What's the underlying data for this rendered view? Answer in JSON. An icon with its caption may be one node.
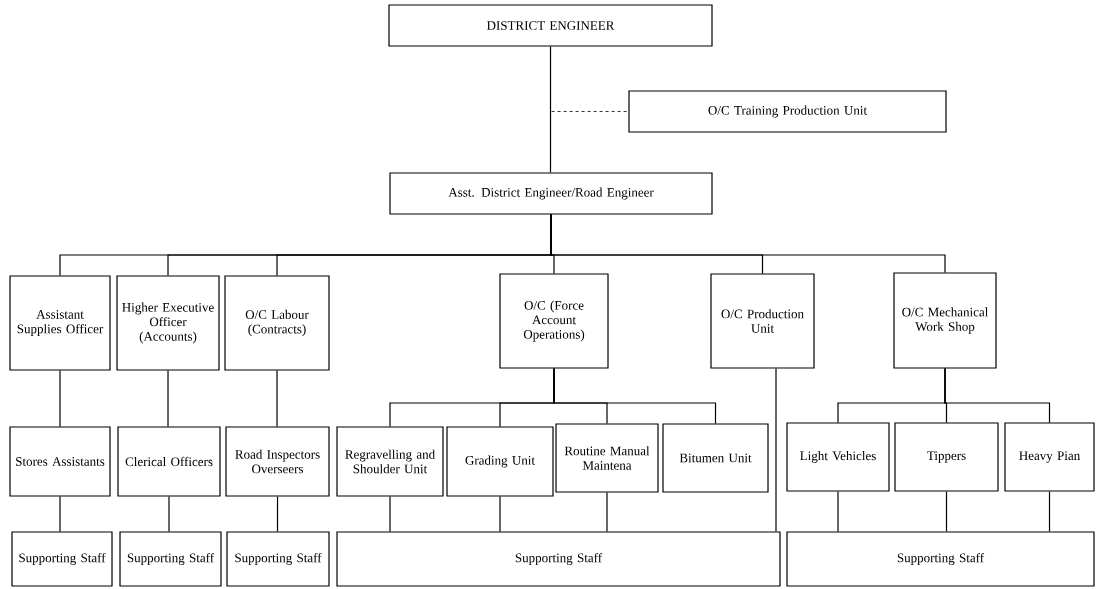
{
  "diagram": {
    "nodes": [
      {
        "text": [
          "DISTRICT ENGINEER"
        ]
      },
      {
        "text": [
          "O/C Training Production Unit"
        ]
      },
      {
        "text": [
          "Asst. District Engineer/Road Engineer"
        ]
      },
      {
        "text": [
          "Assistant Supplies Officer"
        ]
      },
      {
        "text": [
          "Higher Executive Officer (Accounts)"
        ]
      },
      {
        "text": [
          "O/C Labour (Contracts)"
        ]
      },
      {
        "text": [
          "O/C (Force Account Operations)"
        ]
      },
      {
        "text": [
          "O/C Production Unit"
        ]
      },
      {
        "text": [
          "O/C Mechanical Work Shop"
        ]
      },
      {
        "text": [
          "Stores Assistants"
        ]
      },
      {
        "text": [
          "Clerical Officers"
        ]
      },
      {
        "text": [
          "Road Inspectors Overseers"
        ]
      },
      {
        "text": [
          "Regravelling and Shoulder Unit"
        ]
      },
      {
        "text": [
          "Grading Unit"
        ]
      },
      {
        "text": [
          "Routine Manual Maintena"
        ]
      },
      {
        "text": [
          "Bitumen Unit"
        ]
      },
      {
        "text": [
          "Light Vehicles"
        ]
      },
      {
        "text": [
          "Tippers"
        ]
      },
      {
        "text": [
          "Heavy Pian"
        ]
      },
      {
        "text": [
          "Supporting Staff"
        ]
      },
      {
        "text": [
          "Supporting Staff"
        ]
      },
      {
        "text": [
          "Supporting Staff"
        ]
      },
      {
        "text": [
          "Supporting Staff"
        ]
      },
      {
        "text": [
          "Supporting Staff"
        ]
      }
    ],
    "edges": [
      {
        "from": 0,
        "to": 2,
        "arrow": "none"
      },
      {
        "from": 0,
        "to": 1,
        "arrow": "none",
        "style": "dashed"
      },
      {
        "from": 2,
        "to": 3,
        "arrow": "none"
      },
      {
        "from": 2,
        "to": 4,
        "arrow": "none"
      },
      {
        "from": 2,
        "to": 5,
        "arrow": "none"
      },
      {
        "from": 2,
        "to": 6,
        "arrow": "none"
      },
      {
        "from": 2,
        "to": 7,
        "arrow": "none"
      },
      {
        "from": 2,
        "to": 8,
        "arrow": "none"
      },
      {
        "from": 3,
        "to": 9,
        "arrow": "none"
      },
      {
        "from": 4,
        "to": 10,
        "arrow": "none"
      },
      {
        "from": 5,
        "to": 11,
        "arrow": "none"
      },
      {
        "from": 6,
        "to": 12,
        "arrow": "none"
      },
      {
        "from": 6,
        "to": 13,
        "arrow": "none"
      },
      {
        "from": 6,
        "to": 14,
        "arrow": "none"
      },
      {
        "from": 6,
        "to": 15,
        "arrow": "none"
      },
      {
        "from": 8,
        "to": 16,
        "arrow": "none"
      },
      {
        "from": 8,
        "to": 17,
        "arrow": "none"
      },
      {
        "from": 8,
        "to": 18,
        "arrow": "none"
      },
      {
        "from": 9,
        "to": 19,
        "arrow": "none"
      },
      {
        "from": 10,
        "to": 20,
        "arrow": "none"
      },
      {
        "from": 11,
        "to": 21,
        "arrow": "none"
      },
      {
        "from": 12,
        "to": 22,
        "arrow": "none"
      },
      {
        "from": 13,
        "to": 22,
        "arrow": "none"
      },
      {
        "from": 14,
        "to": 22,
        "arrow": "none"
      },
      {
        "from": 7,
        "to": 22,
        "arrow": "none"
      },
      {
        "from": 16,
        "to": 23,
        "arrow": "none"
      },
      {
        "from": 17,
        "to": 23,
        "arrow": "none"
      },
      {
        "from": 18,
        "to": 23,
        "arrow": "none"
      }
    ]
  }
}
